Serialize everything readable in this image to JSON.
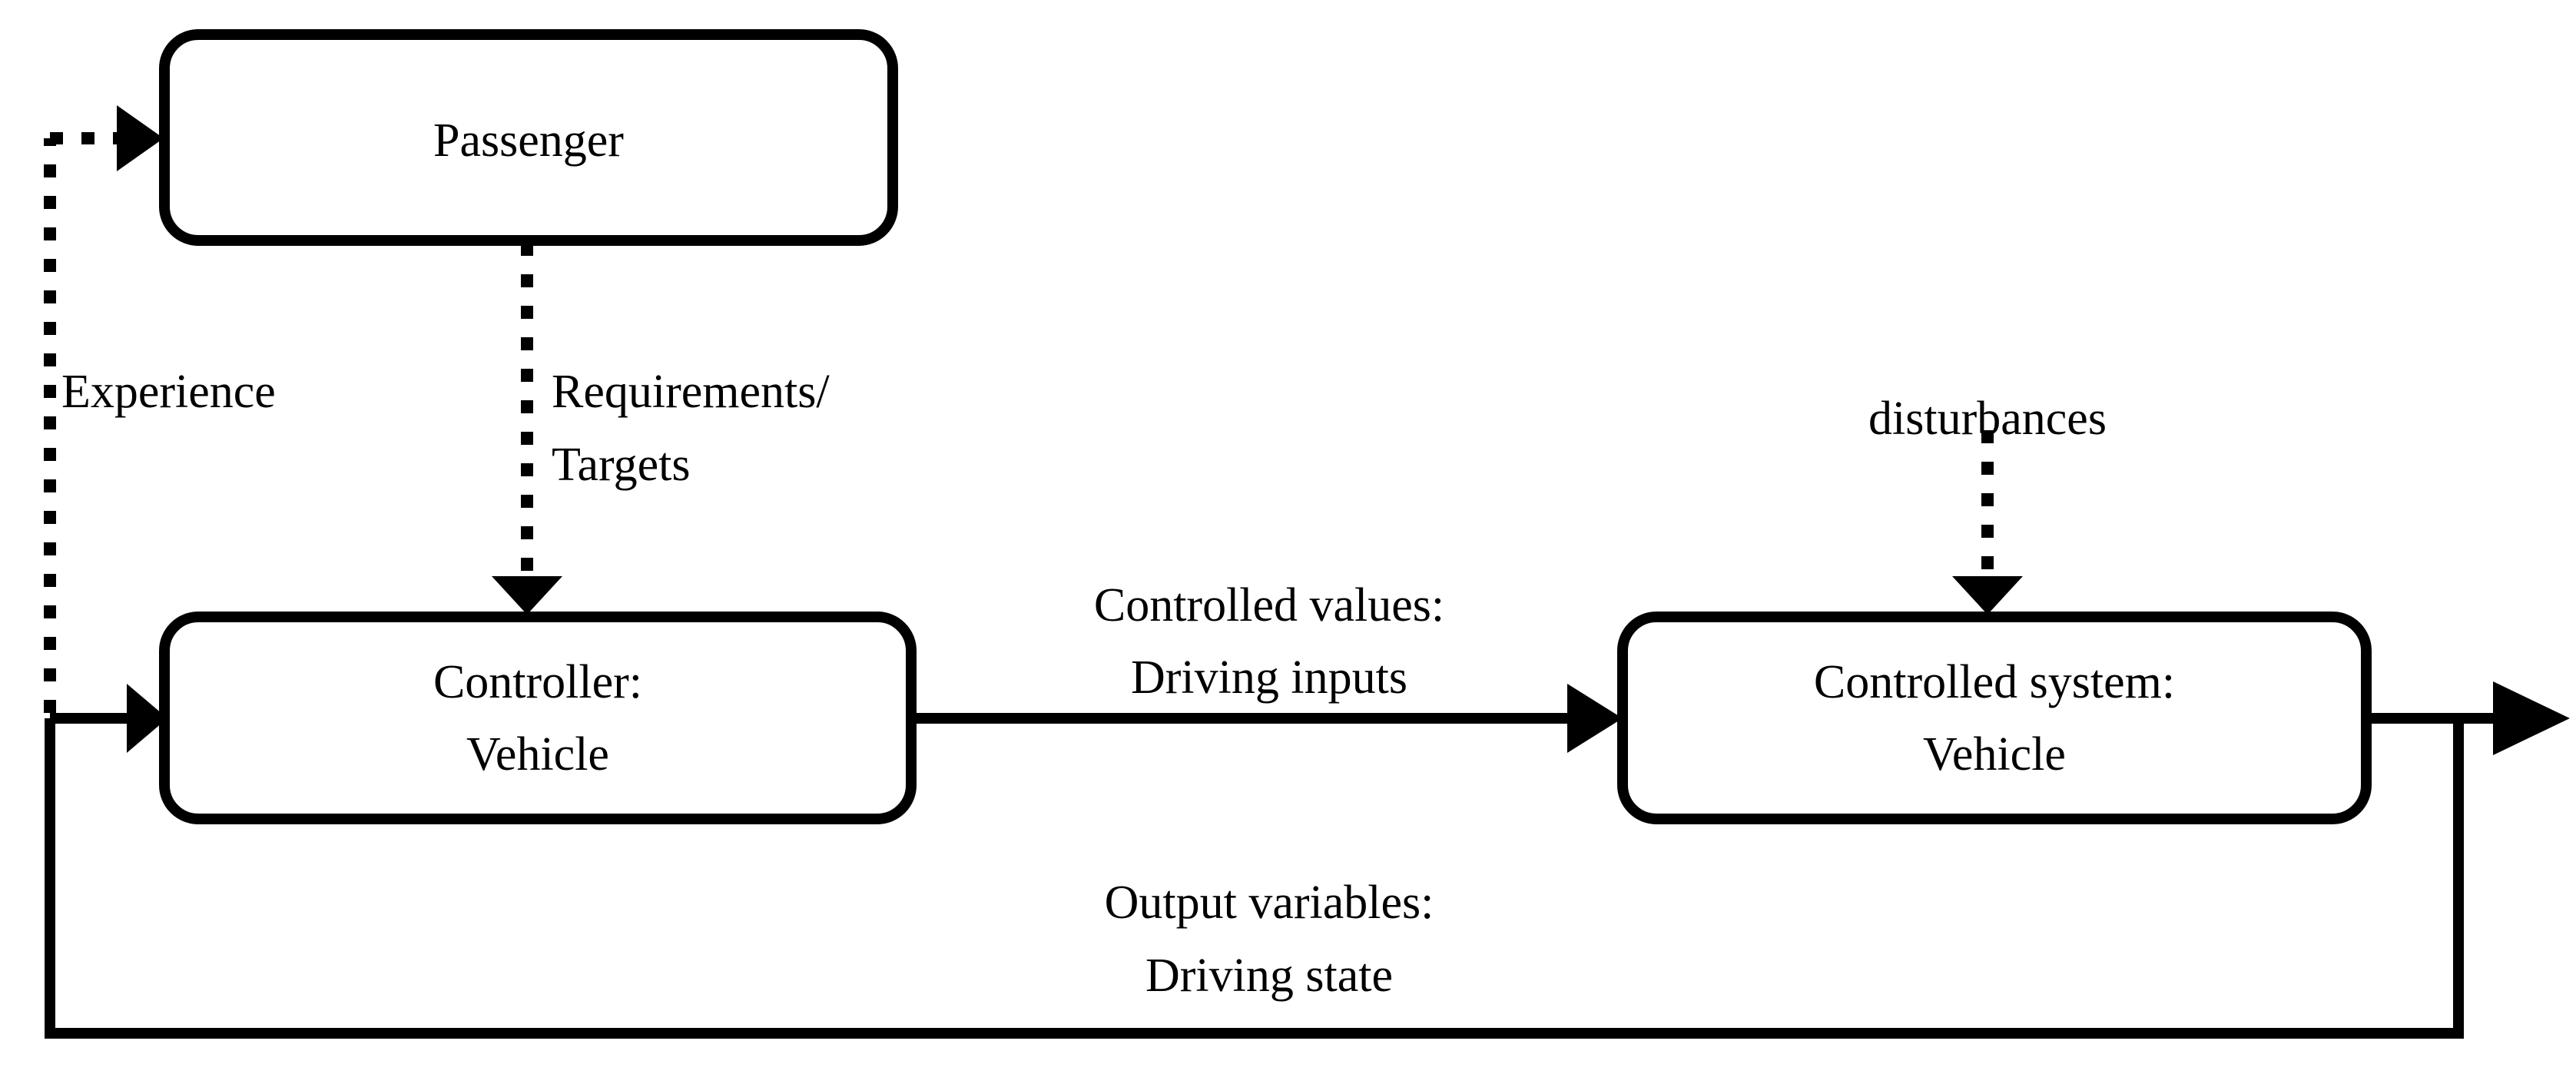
{
  "diagram": {
    "title": "Vehicle control loop block diagram",
    "colors": {
      "stroke": "#000000",
      "background": "#ffffff",
      "box_fill": "#ffffff"
    },
    "blocks": {
      "passenger": {
        "label": "Passenger"
      },
      "controller": {
        "line1": "Controller:",
        "line2": "Vehicle"
      },
      "controlled_system": {
        "line1": "Controlled system:",
        "line2": "Vehicle"
      }
    },
    "edge_labels": {
      "experience": "Experience",
      "requirements_line1": "Requirements/",
      "requirements_line2": "Targets",
      "disturbances": "disturbances",
      "controlled_values_line1": "Controlled values:",
      "controlled_values_line2": "Driving inputs",
      "output_variables_line1": "Output variables:",
      "output_variables_line2": "Driving state"
    },
    "connections": [
      {
        "name": "feedback-to-experience-to-passenger",
        "style": "dotted",
        "from": "feedback-line",
        "to": "passenger",
        "label": "Experience"
      },
      {
        "name": "passenger-to-controller",
        "style": "dotted",
        "from": "passenger",
        "to": "controller",
        "label": "Requirements/Targets"
      },
      {
        "name": "controller-to-controlled-system",
        "style": "solid",
        "from": "controller",
        "to": "controlled_system",
        "label": "Controlled values: Driving inputs"
      },
      {
        "name": "disturbances-to-controlled-system",
        "style": "dotted",
        "from": "disturbances",
        "to": "controlled_system",
        "label": "disturbances"
      },
      {
        "name": "controlled-system-output",
        "style": "solid",
        "from": "controlled_system",
        "to": "output",
        "label": ""
      },
      {
        "name": "feedback-to-controller",
        "style": "solid",
        "from": "controlled_system",
        "to": "controller",
        "label": "Output variables: Driving state"
      }
    ]
  }
}
